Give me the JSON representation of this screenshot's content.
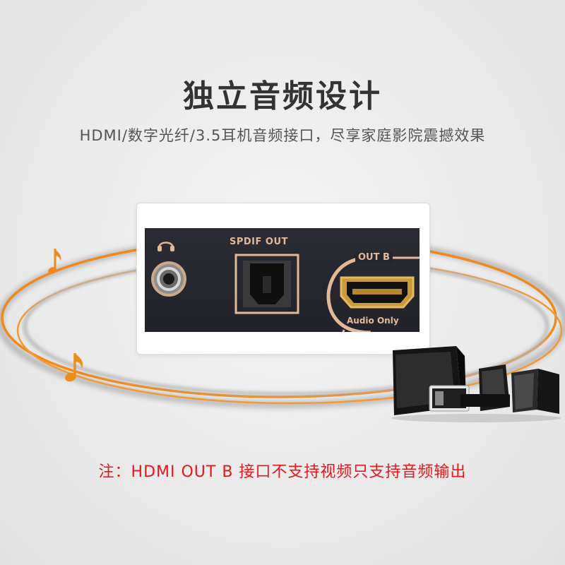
{
  "header": {
    "title": "独立音频设计",
    "subtitle": "HDMI/数字光纤/3.5耳机音频接口，尽享家庭影院震撼效果"
  },
  "panel": {
    "spdif_label": "SPDIF OUT",
    "out_b_label": "OUT B",
    "audio_only_label": "Audio Only"
  },
  "note": {
    "text": "注：HDMI OUT B 接口不支持视频只支持音频输出"
  },
  "colors": {
    "ring_orange": "#f08a1c",
    "note_red": "#e8161a",
    "panel_bg": "#25262d",
    "port_copper": "#e1b898"
  },
  "icons": [
    "headphone-icon",
    "music-note-icon",
    "speaker-system-illustration"
  ]
}
